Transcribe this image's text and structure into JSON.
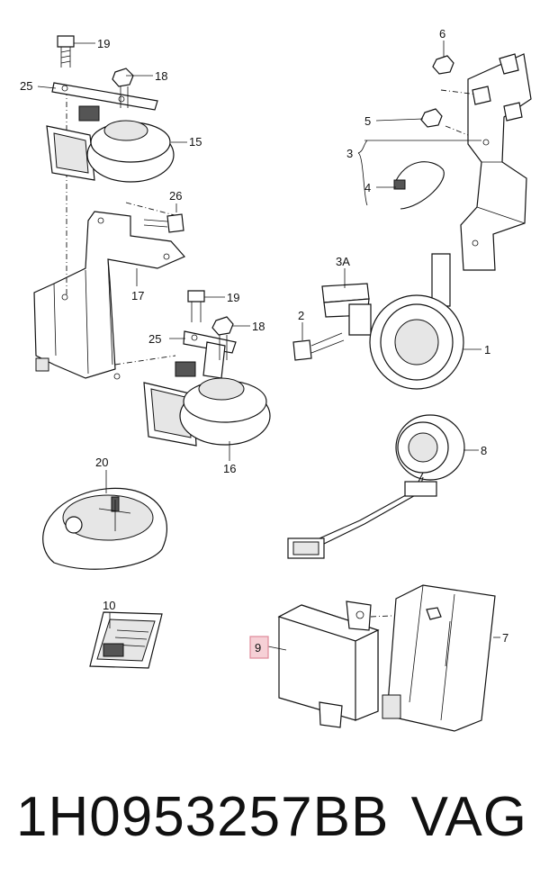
{
  "callouts": {
    "c1": "1",
    "c2": "2",
    "c3": "3",
    "c3a": "3A",
    "c4": "4",
    "c5": "5",
    "c6": "6",
    "c7": "7",
    "c8": "8",
    "c9": "9",
    "c10": "10",
    "c15": "15",
    "c16": "16",
    "c17": "17",
    "c18a": "18",
    "c18b": "18",
    "c19a": "19",
    "c19b": "19",
    "c20": "20",
    "c25a": "25",
    "c25b": "25",
    "c26": "26"
  },
  "footer": {
    "part_number": "1H0953257BB",
    "brand": "VAG"
  },
  "highlight_color": "#f6d0d6"
}
